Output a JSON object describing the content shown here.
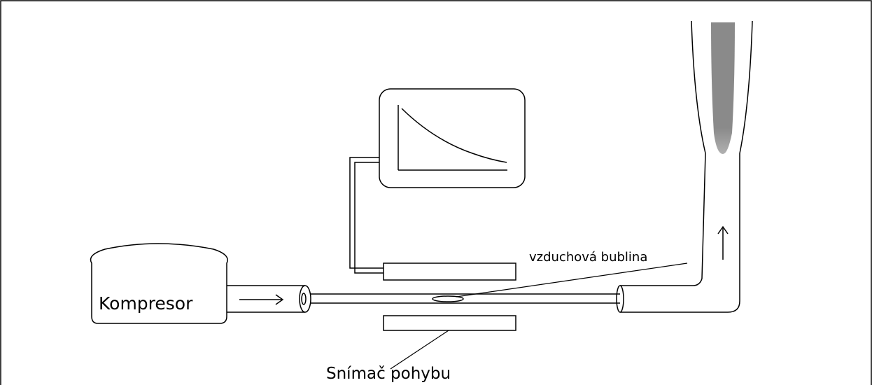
{
  "labels": {
    "compressor": "Kompresor",
    "air_bubble": "vzduchová bublina",
    "motion_sensor": "Snímač pohybu"
  },
  "colors": {
    "stroke": "#000000",
    "background": "#ffffff",
    "fluid": "#8a8a8a"
  }
}
